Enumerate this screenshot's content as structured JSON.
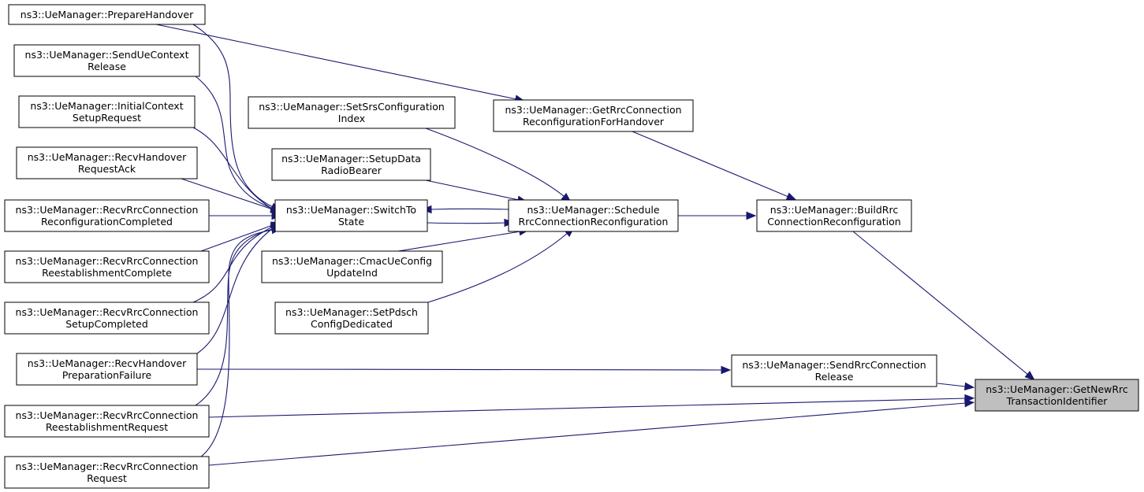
{
  "diagram": {
    "nodes": [
      {
        "id": "prepare_handover",
        "lines": [
          "ns3::UeManager::PrepareHandover"
        ]
      },
      {
        "id": "send_ue_context_release",
        "lines": [
          "ns3::UeManager::SendUeContext",
          "Release"
        ]
      },
      {
        "id": "initial_context_setup_request",
        "lines": [
          "ns3::UeManager::InitialContext",
          "SetupRequest"
        ]
      },
      {
        "id": "recv_handover_request_ack",
        "lines": [
          "ns3::UeManager::RecvHandover",
          "RequestAck"
        ]
      },
      {
        "id": "recv_rrc_reconf_completed",
        "lines": [
          "ns3::UeManager::RecvRrcConnection",
          "ReconfigurationCompleted"
        ]
      },
      {
        "id": "recv_rrc_reest_complete",
        "lines": [
          "ns3::UeManager::RecvRrcConnection",
          "ReestablishmentComplete"
        ]
      },
      {
        "id": "recv_rrc_setup_completed",
        "lines": [
          "ns3::UeManager::RecvRrcConnection",
          "SetupCompleted"
        ]
      },
      {
        "id": "recv_handover_prep_failure",
        "lines": [
          "ns3::UeManager::RecvHandover",
          "PreparationFailure"
        ]
      },
      {
        "id": "recv_rrc_reest_request",
        "lines": [
          "ns3::UeManager::RecvRrcConnection",
          "ReestablishmentRequest"
        ]
      },
      {
        "id": "recv_rrc_request",
        "lines": [
          "ns3::UeManager::RecvRrcConnection",
          "Request"
        ]
      },
      {
        "id": "set_srs_configuration_index",
        "lines": [
          "ns3::UeManager::SetSrsConfiguration",
          "Index"
        ]
      },
      {
        "id": "setup_data_radio_bearer",
        "lines": [
          "ns3::UeManager::SetupData",
          "RadioBearer"
        ]
      },
      {
        "id": "switch_to_state",
        "lines": [
          "ns3::UeManager::SwitchTo",
          "State"
        ]
      },
      {
        "id": "cmac_ue_config_update_ind",
        "lines": [
          "ns3::UeManager::CmacUeConfig",
          "UpdateInd"
        ]
      },
      {
        "id": "set_pdsch_config_dedicated",
        "lines": [
          "ns3::UeManager::SetPdsch",
          "ConfigDedicated"
        ]
      },
      {
        "id": "get_rrc_reconf_for_handover",
        "lines": [
          "ns3::UeManager::GetRrcConnection",
          "ReconfigurationForHandover"
        ]
      },
      {
        "id": "schedule_rrc_reconf",
        "lines": [
          "ns3::UeManager::Schedule",
          "RrcConnectionReconfiguration"
        ]
      },
      {
        "id": "build_rrc_reconf",
        "lines": [
          "ns3::UeManager::BuildRrc",
          "ConnectionReconfiguration"
        ]
      },
      {
        "id": "send_rrc_connection_release",
        "lines": [
          "ns3::UeManager::SendRrcConnection",
          "Release"
        ]
      },
      {
        "id": "get_new_rrc_transaction_id",
        "lines": [
          "ns3::UeManager::GetNewRrc",
          "TransactionIdentifier"
        ],
        "focus": true
      }
    ],
    "edges": [
      {
        "from": "build_rrc_reconf",
        "to": "get_new_rrc_transaction_id"
      },
      {
        "from": "send_rrc_connection_release",
        "to": "get_new_rrc_transaction_id"
      },
      {
        "from": "recv_rrc_reest_request",
        "to": "get_new_rrc_transaction_id"
      },
      {
        "from": "recv_rrc_request",
        "to": "get_new_rrc_transaction_id"
      },
      {
        "from": "get_rrc_reconf_for_handover",
        "to": "build_rrc_reconf"
      },
      {
        "from": "schedule_rrc_reconf",
        "to": "build_rrc_reconf"
      },
      {
        "from": "prepare_handover",
        "to": "get_rrc_reconf_for_handover"
      },
      {
        "from": "recv_handover_prep_failure",
        "to": "send_rrc_connection_release"
      },
      {
        "from": "set_srs_configuration_index",
        "to": "schedule_rrc_reconf"
      },
      {
        "from": "setup_data_radio_bearer",
        "to": "schedule_rrc_reconf"
      },
      {
        "from": "switch_to_state",
        "to": "schedule_rrc_reconf"
      },
      {
        "from": "schedule_rrc_reconf",
        "to": "switch_to_state"
      },
      {
        "from": "cmac_ue_config_update_ind",
        "to": "schedule_rrc_reconf"
      },
      {
        "from": "set_pdsch_config_dedicated",
        "to": "schedule_rrc_reconf"
      },
      {
        "from": "prepare_handover",
        "to": "switch_to_state"
      },
      {
        "from": "send_ue_context_release",
        "to": "switch_to_state"
      },
      {
        "from": "initial_context_setup_request",
        "to": "switch_to_state"
      },
      {
        "from": "recv_handover_request_ack",
        "to": "switch_to_state"
      },
      {
        "from": "recv_rrc_reconf_completed",
        "to": "switch_to_state"
      },
      {
        "from": "recv_rrc_reest_complete",
        "to": "switch_to_state"
      },
      {
        "from": "recv_rrc_setup_completed",
        "to": "switch_to_state"
      },
      {
        "from": "recv_handover_prep_failure",
        "to": "switch_to_state"
      },
      {
        "from": "recv_rrc_reest_request",
        "to": "switch_to_state"
      },
      {
        "from": "recv_rrc_request",
        "to": "switch_to_state"
      }
    ]
  }
}
